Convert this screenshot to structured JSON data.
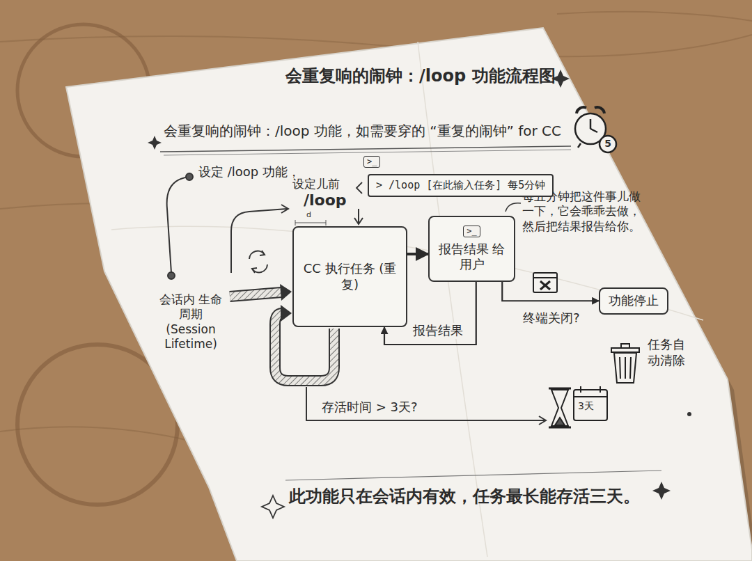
{
  "diagram": {
    "title": "会重复响的闹钟：/loop 功能流程图",
    "caption": "此功能只在会话内有效，任务最长能存活三天。",
    "nodes": [
      {
        "text": [
          "> /loop [在此输入任务] 每5分钟"
        ]
      },
      {
        "text": [
          "CC 执行任务 (重复)"
        ]
      },
      {
        "text": [
          ">_",
          "报告结果 给用户"
        ]
      },
      {
        "text": [
          "功能停止"
        ]
      }
    ],
    "edges": [
      {
        "from": 1,
        "to": 2,
        "arrow": "to"
      },
      {
        "from": 2,
        "to": 1,
        "label": "报告结果",
        "arrow": "to"
      },
      {
        "from": 2,
        "to": 3,
        "label": "终端关闭?",
        "arrow": "to"
      }
    ],
    "labels": [
      "会重复响的闹钟：/loop 功能，如需要穿的 “重复的闹钟” for CC",
      "5",
      "设定 /loop 功能，",
      ">_",
      "设定儿前",
      "/loop",
      "d",
      "每五分钟把这件事儿做一下，它会乖乖去做，然后把结果报告给你。",
      "会话内 生命周期 (Session Lifetime)",
      "存活时间 > 3天?",
      "3天",
      "任务自动清除"
    ]
  }
}
